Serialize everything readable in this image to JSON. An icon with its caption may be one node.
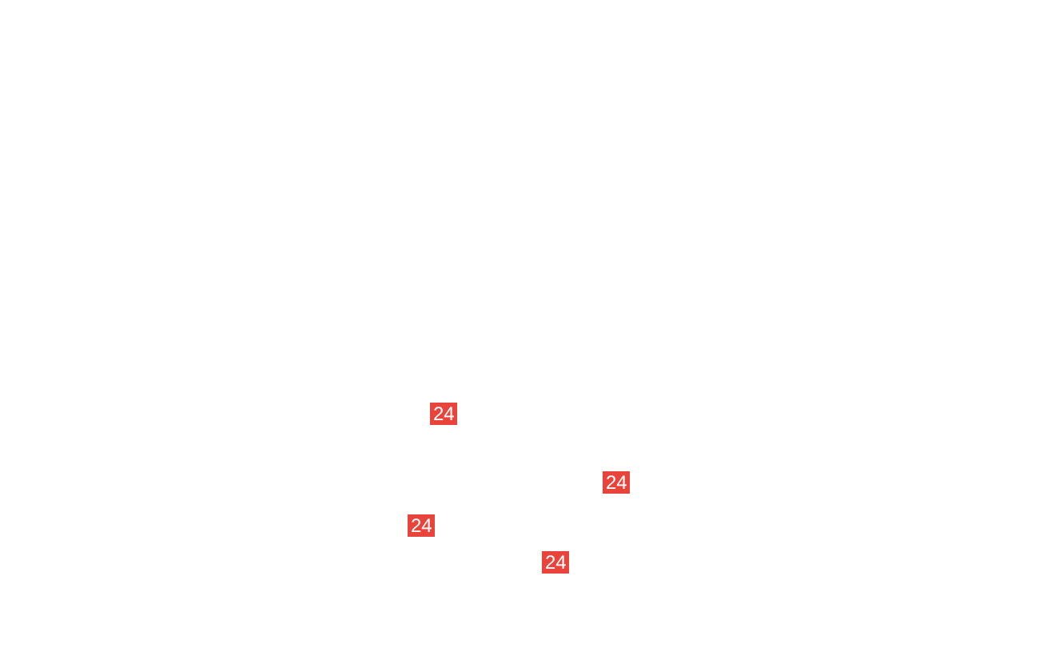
{
  "diagram": {
    "labels": [
      "24",
      "24",
      "24",
      "24"
    ]
  }
}
